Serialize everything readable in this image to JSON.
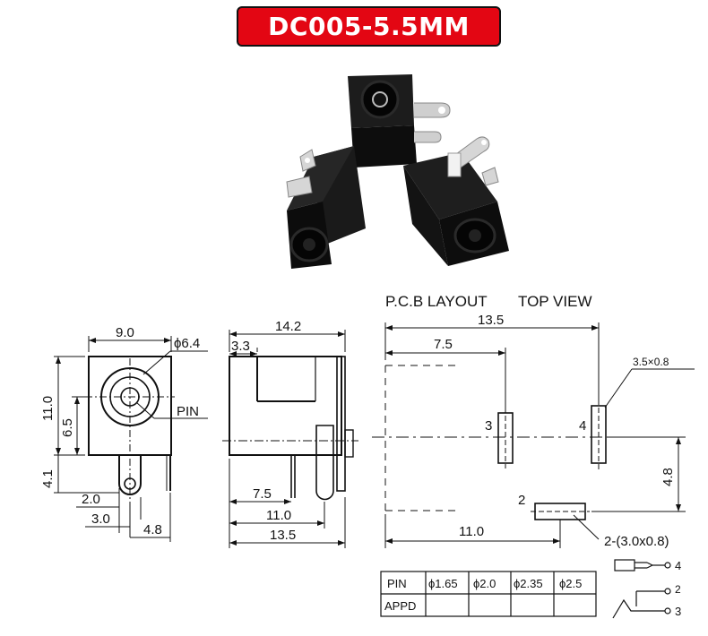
{
  "title": "DC005-5.5MM",
  "front_view": {
    "width": "9.0",
    "diameter": "ϕ6.4",
    "height": "11.0",
    "center_height": "6.5",
    "pin_length": "4.1",
    "pin_label": "PIN",
    "pin_w": "2.0",
    "pin_offset": "3.0",
    "pin_side": "4.8"
  },
  "side_view": {
    "length": "14.2",
    "front": "3.3",
    "d1": "7.5",
    "d2": "11.0",
    "d3": "13.5"
  },
  "pcb_layout": {
    "title_left": "P.C.B LAYOUT",
    "title_right": "TOP VIEW",
    "total": "13.5",
    "to_pin3": "7.5",
    "slot": "3.5×0.8",
    "pin3": "3",
    "pin4": "4",
    "pin2": "2",
    "vertical": "4.8",
    "to_pin2": "11.0",
    "pin2_spec": "2-(3.0x0.8)"
  },
  "table": {
    "headers": [
      "PIN",
      "ϕ1.65",
      "ϕ2.0",
      "ϕ2.35",
      "ϕ2.5"
    ],
    "row_label": "APPD"
  },
  "schematic": {
    "pin4": "4",
    "pin2": "2",
    "pin3": "3"
  }
}
